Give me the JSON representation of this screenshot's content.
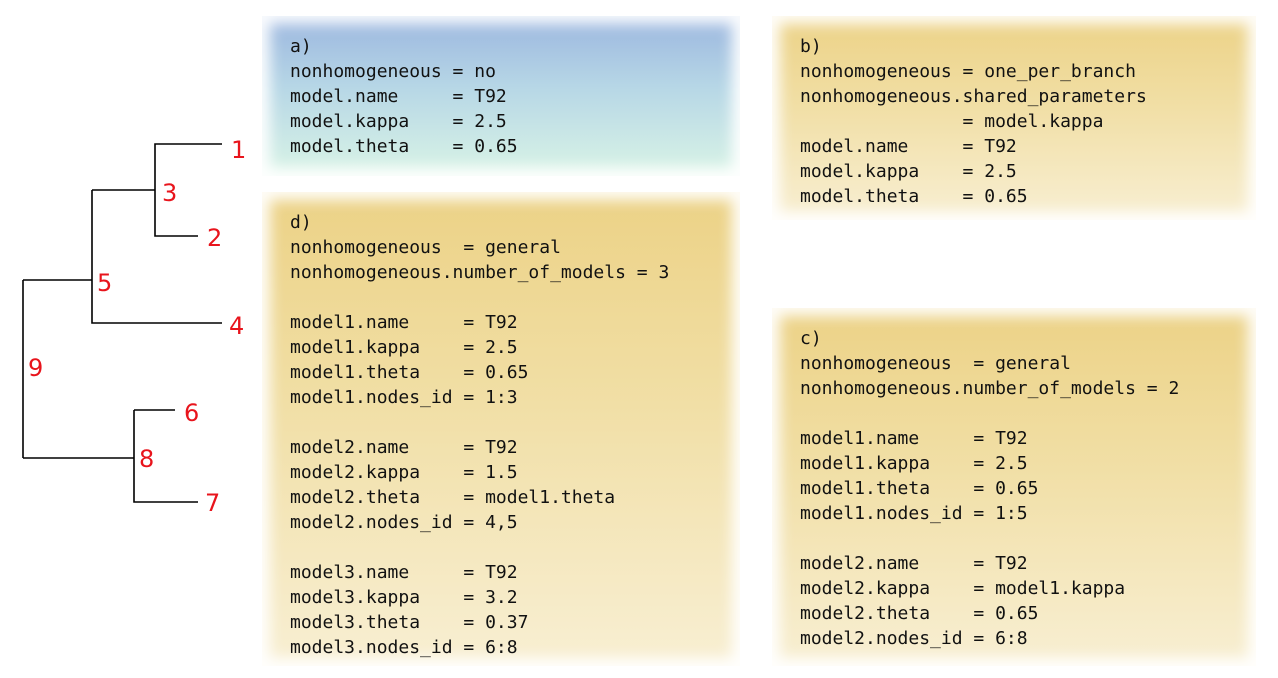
{
  "tree": {
    "line_color": "#000000",
    "label_color": "#e8141c",
    "nodes": [
      "1",
      "2",
      "3",
      "4",
      "5",
      "6",
      "7",
      "8",
      "9"
    ]
  },
  "panels": {
    "a": {
      "lines": [
        "a)",
        "nonhomogeneous = no",
        "model.name     = T92",
        "model.kappa    = 2.5",
        "model.theta    = 0.65"
      ]
    },
    "b": {
      "lines": [
        "b)",
        "nonhomogeneous = one_per_branch",
        "nonhomogeneous.shared_parameters",
        "               = model.kappa",
        "model.name     = T92",
        "model.kappa    = 2.5",
        "model.theta    = 0.65"
      ]
    },
    "c": {
      "lines": [
        "c)",
        "nonhomogeneous  = general",
        "nonhomogeneous.number_of_models = 2",
        "",
        "model1.name     = T92",
        "model1.kappa    = 2.5",
        "model1.theta    = 0.65",
        "model1.nodes_id = 1:5",
        "",
        "model2.name     = T92",
        "model2.kappa    = model1.kappa",
        "model2.theta    = 0.65",
        "model2.nodes_id = 6:8"
      ]
    },
    "d": {
      "lines": [
        "d)",
        "nonhomogeneous  = general",
        "nonhomogeneous.number_of_models = 3",
        "",
        "model1.name     = T92",
        "model1.kappa    = 2.5",
        "model1.theta    = 0.65",
        "model1.nodes_id = 1:3",
        "",
        "model2.name     = T92",
        "model2.kappa    = 1.5",
        "model2.theta    = model1.theta",
        "model2.nodes_id = 4,5",
        "",
        "model3.name     = T92",
        "model3.kappa    = 3.2",
        "model3.theta    = 0.37",
        "model3.nodes_id = 6:8"
      ]
    }
  }
}
